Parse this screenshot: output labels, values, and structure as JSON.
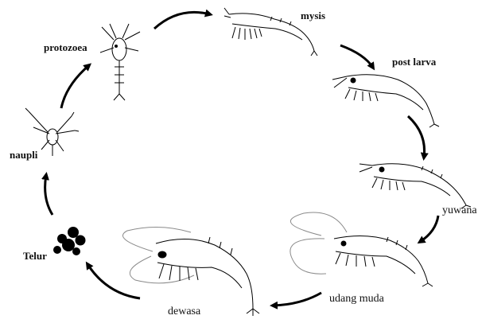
{
  "diagram": {
    "type": "life-cycle",
    "stages": [
      {
        "key": "protozoea",
        "label": "protozoea"
      },
      {
        "key": "mysis",
        "label": "mysis"
      },
      {
        "key": "post_larva",
        "label": "post larva"
      },
      {
        "key": "yuwana",
        "label": "yuwana"
      },
      {
        "key": "udang_muda",
        "label": "udang muda"
      },
      {
        "key": "dewasa",
        "label": "dewasa"
      },
      {
        "key": "telur",
        "label": "Telur"
      },
      {
        "key": "naupli",
        "label": "naupli"
      }
    ],
    "colors": {
      "ink": "#111111",
      "arrow": "#000000",
      "sketch": "#8a8a8a"
    }
  }
}
